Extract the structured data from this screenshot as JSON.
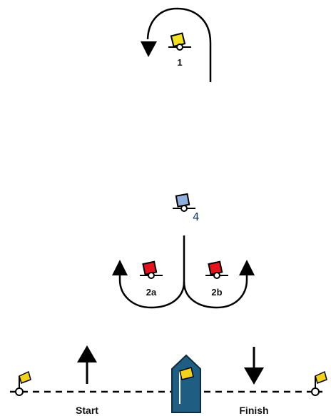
{
  "marks": {
    "mark_1": {
      "label": "1",
      "color": "#f2e21f"
    },
    "mark_4": {
      "label": "4",
      "color": "#8fb0dc"
    },
    "mark_2a": {
      "label": "2a",
      "color": "#e3141b"
    },
    "mark_2b": {
      "label": "2b",
      "color": "#e3141b"
    }
  },
  "line_flags": {
    "color": "#f2d21a"
  },
  "committee_boat": {
    "hull_color": "#1f5e82",
    "flag_color": "#f2d21a"
  },
  "start_label": "Start",
  "finish_label": "Finish",
  "colors": {
    "line": "#000000",
    "mark_outline": "#000000"
  }
}
